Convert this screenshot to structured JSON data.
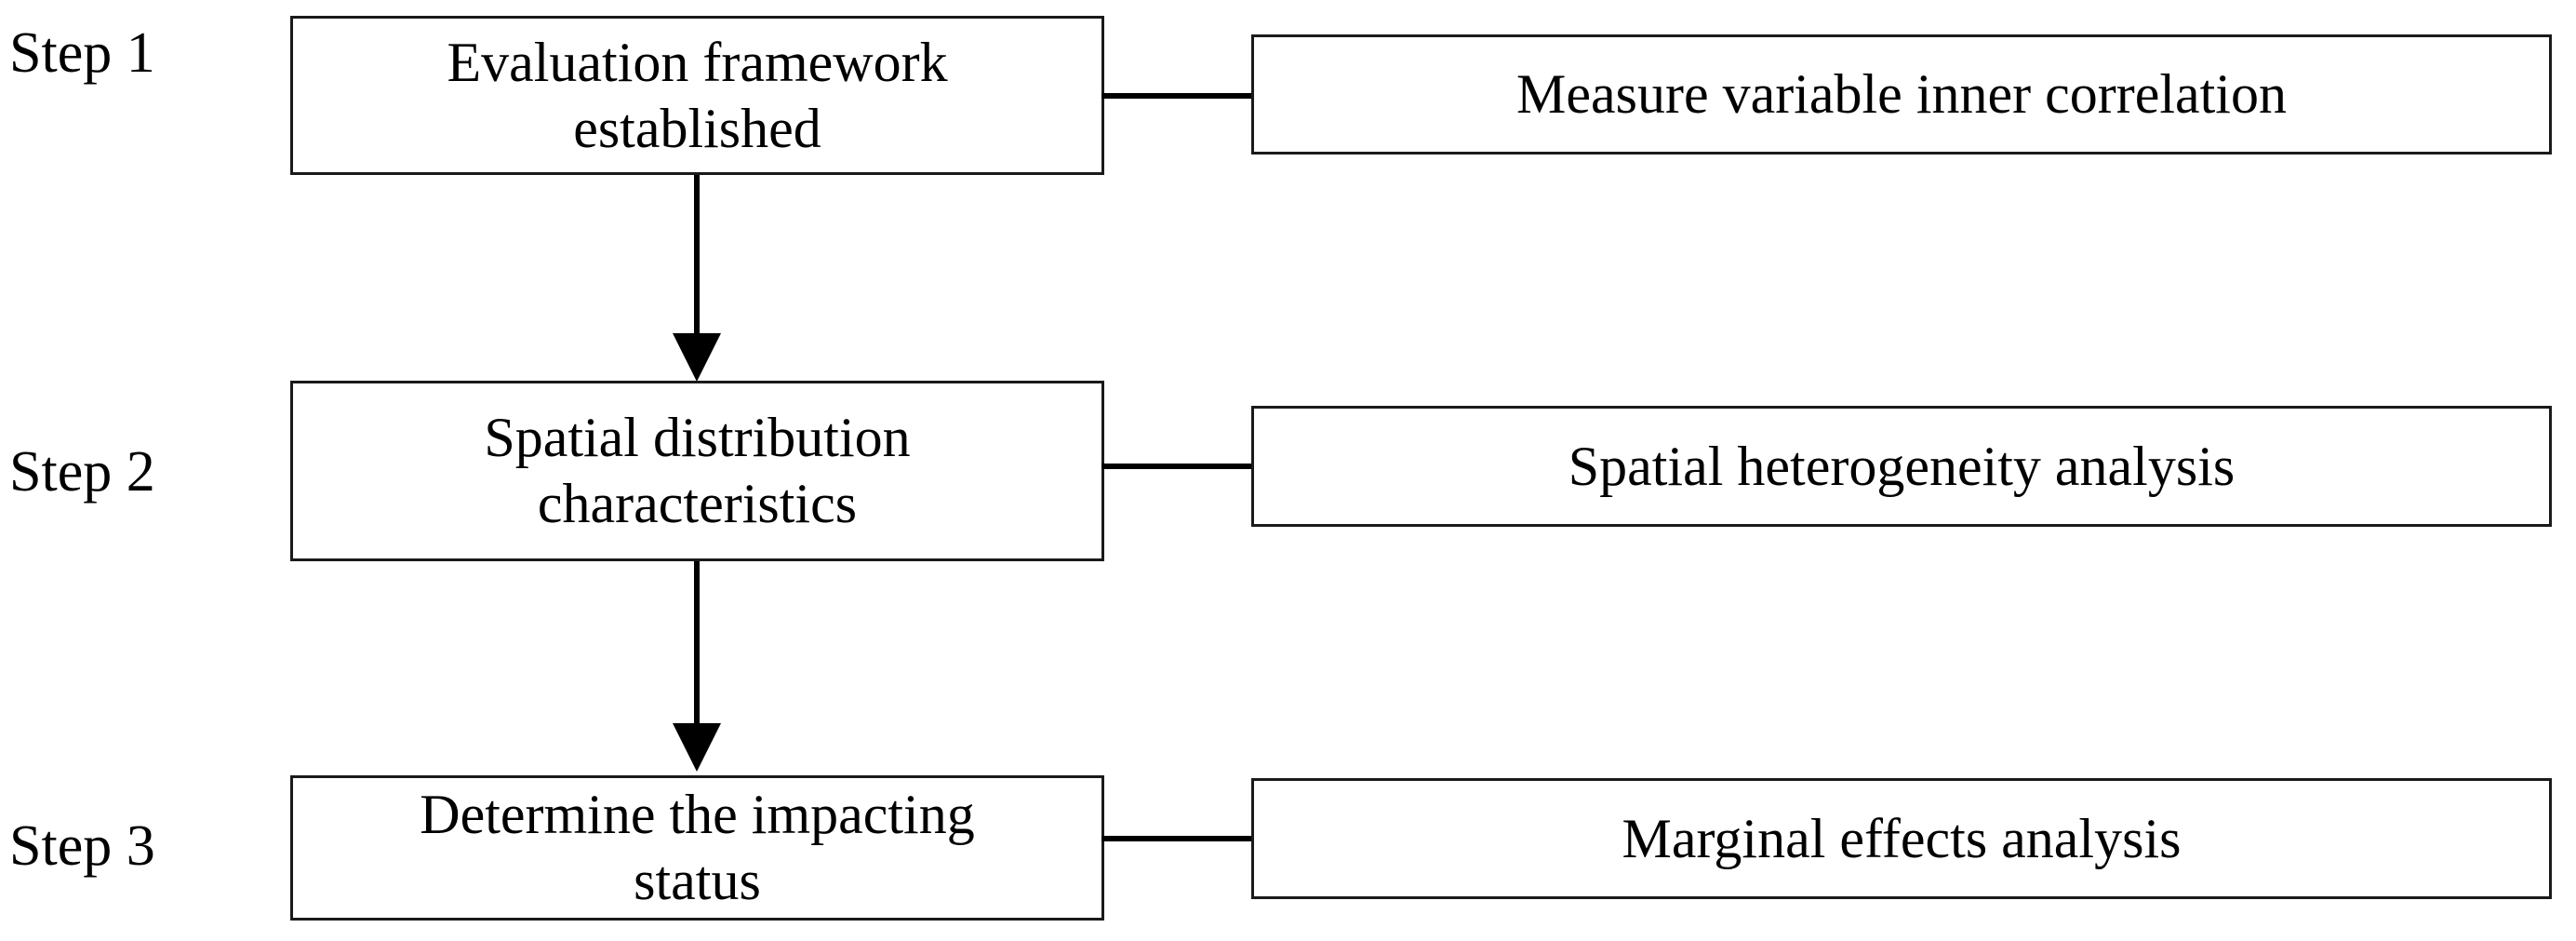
{
  "diagram": {
    "title": "Research framework steps flowchart",
    "background_color": "#ffffff",
    "line_color": "#000000",
    "box_border_color": "#1a1a1a",
    "steps": [
      {
        "label": "Step 1",
        "primary": "Evaluation framework established",
        "primary_line1": "Evaluation framework",
        "primary_line2": "established",
        "secondary": "Measure variable inner correlation"
      },
      {
        "label": "Step 2",
        "primary": "Spatial distribution characteristics",
        "primary_line1": "Spatial distribution",
        "primary_line2": "characteristics",
        "secondary": "Spatial heterogeneity analysis"
      },
      {
        "label": "Step 3",
        "primary": "Determine the impacting status",
        "primary_line1": "Determine the impacting",
        "primary_line2": "status",
        "secondary": "Marginal effects analysis"
      }
    ],
    "arrows": [
      {
        "from": "Evaluation framework established",
        "to": "Spatial distribution characteristics",
        "direction": "down"
      },
      {
        "from": "Spatial distribution characteristics",
        "to": "Determine the impacting status",
        "direction": "down"
      }
    ],
    "connectors": [
      {
        "from": "Evaluation framework established",
        "to": "Measure variable inner correlation",
        "direction": "horizontal"
      },
      {
        "from": "Spatial distribution characteristics",
        "to": "Spatial heterogeneity analysis",
        "direction": "horizontal"
      },
      {
        "from": "Determine the impacting status",
        "to": "Marginal effects analysis",
        "direction": "horizontal"
      }
    ]
  }
}
